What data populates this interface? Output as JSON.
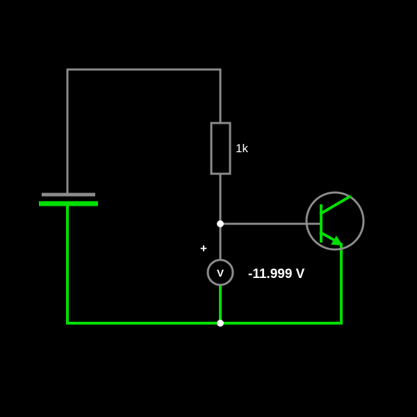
{
  "canvas": {
    "background": "#000000"
  },
  "colors": {
    "wire_neutral": "#8c8c8c",
    "wire_active": "#00e000",
    "junction": "#ffffff",
    "text": "#ffffff"
  },
  "resistor": {
    "value_label": "1k"
  },
  "voltmeter": {
    "symbol": "V",
    "polarity": "+",
    "reading": "-11.999 V"
  }
}
